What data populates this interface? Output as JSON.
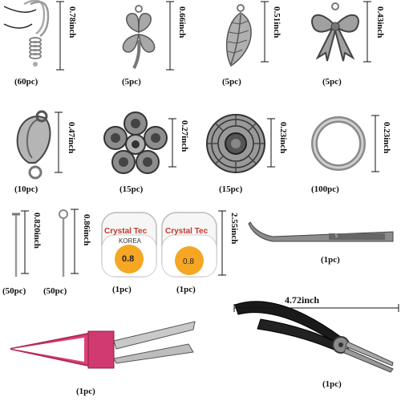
{
  "items": [
    {
      "name": "earring-hooks",
      "qty": "(60pc)",
      "size": "0.78inch"
    },
    {
      "name": "clover-charm",
      "qty": "(5pc)",
      "size": "0.66inch"
    },
    {
      "name": "leaf-charm",
      "qty": "(5pc)",
      "size": "0.51inch"
    },
    {
      "name": "bow-charm",
      "qty": "(5pc)",
      "size": "0.43inch"
    },
    {
      "name": "lobster-clasp",
      "qty": "(10pc)",
      "size": "0.47inch"
    },
    {
      "name": "flower-bead",
      "qty": "(15pc)",
      "size": "0.27inch"
    },
    {
      "name": "sunflower-bead",
      "qty": "(15pc)",
      "size": "0.23inch"
    },
    {
      "name": "jump-ring",
      "qty": "(100pc)",
      "size": "0.23inch"
    },
    {
      "name": "head-pin",
      "qty": "(50pc)",
      "size": "0.820inch"
    },
    {
      "name": "eye-pin",
      "qty": "(50pc)",
      "size": "0.86inch"
    },
    {
      "name": "crystal-tec-spool-1",
      "qty": "(1pc)",
      "brand": "Crystal Tec",
      "sub": "KOREA",
      "gauge": "0.8"
    },
    {
      "name": "crystal-tec-spool-2",
      "qty": "(1pc)",
      "brand": "Crystal Tec",
      "gauge": "0.8",
      "size": "2.55inch"
    },
    {
      "name": "tweezers",
      "qty": "(1pc)",
      "engraving": "5"
    },
    {
      "name": "thread-scissors",
      "qty": "(1pc)"
    },
    {
      "name": "round-nose-pliers",
      "qty": "(1pc)",
      "size": "4.72inch"
    }
  ],
  "colors": {
    "metal": "#9a9a9a",
    "dark_metal": "#555555",
    "pink": "#e0407a",
    "orange": "#f5a623",
    "black": "#1a1a1a"
  }
}
